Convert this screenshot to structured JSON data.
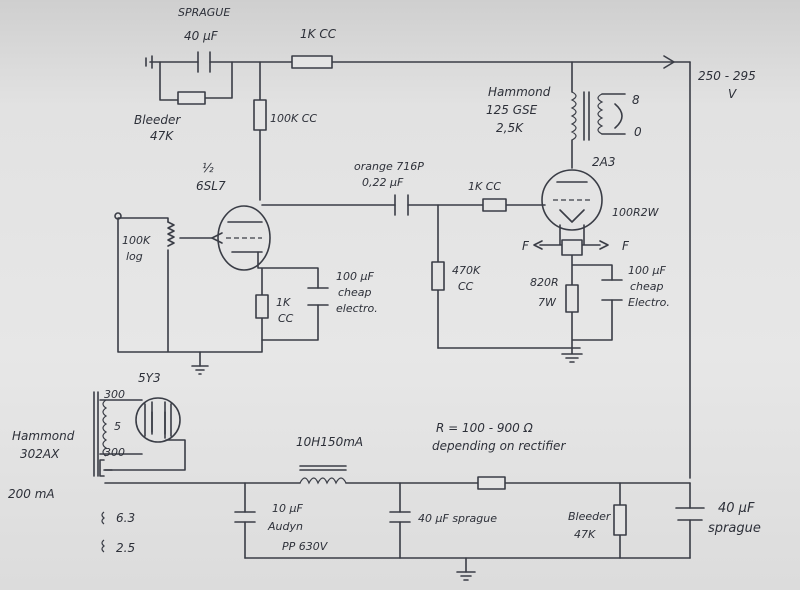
{
  "labels": {
    "sprague_top": "SPRAGUE",
    "cap_40uf_top": "40 µF",
    "r_1k_top": "1K CC",
    "bleeder_top": "Bleeder",
    "bleeder_top_val": "47K",
    "r_100k": "100K CC",
    "supply_range": "250 - 295",
    "supply_unit": "V",
    "hammond_ot_name": "Hammond",
    "hammond_ot_model": "125 GSE",
    "hammond_ot_imp": "2,5K",
    "tap_8": "8",
    "tap_0": "0",
    "tube_2a3": "2A3",
    "r_100r2w": "100R2W",
    "cap_orange_name": "orange 716P",
    "cap_orange_val": "0,22 µF",
    "r_1kcc_mid": "1K CC",
    "tube_6sl7_a": "½",
    "tube_6sl7_b": "6SL7",
    "pot_val": "100K",
    "pot_type": "log",
    "r_470k": "470K",
    "r_470k_type": "CC",
    "cap_100uf_a1": "100 µF",
    "cap_100uf_a2": "cheap",
    "cap_100uf_a3": "electro.",
    "r_1k_cath": "1K",
    "r_1k_cath_type": "CC",
    "f_left": "F",
    "f_right": "F",
    "r_820r": "820R",
    "r_820r_w": "7W",
    "cap_100uf_b1": "100 µF",
    "cap_100uf_b2": "cheap",
    "cap_100uf_b3": "Electro.",
    "rect_5y3": "5Y3",
    "pt_name": "Hammond",
    "pt_model": "302AX",
    "pt_current": "200 mA",
    "pt_300a": "300",
    "pt_5": "5",
    "pt_300b": "300",
    "pt_63": "6.3",
    "pt_25": "2.5",
    "choke": "10H150mA",
    "r_range": "R = 100 - 900 Ω",
    "r_note": "depending on rectifier",
    "cap_10uf_1": "10 µF",
    "cap_10uf_2": "Audyn",
    "cap_10uf_3": "PP 630V",
    "cap_40uf_mid": "40 µF sprague",
    "bleeder_bot": "Bleeder",
    "bleeder_bot_val": "47K",
    "cap_40uf_right_1": "40 µF",
    "cap_40uf_right_2": "sprague"
  },
  "colors": {
    "ink": "#3a3d46",
    "paper": "#e4e4e4"
  }
}
